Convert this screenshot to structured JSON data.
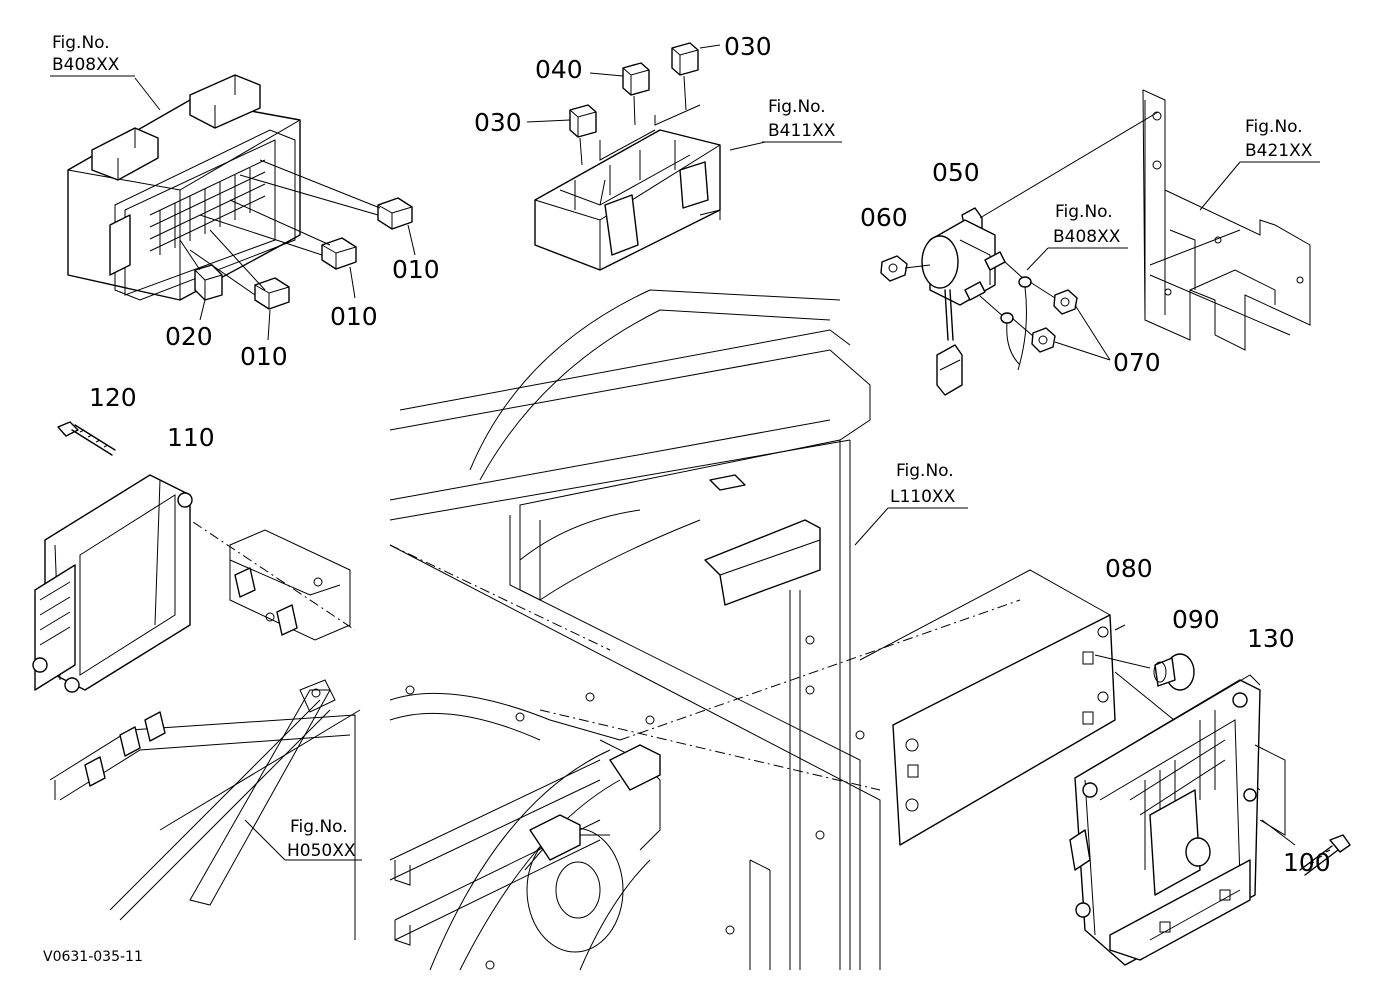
{
  "fig_refs": [
    {
      "label": "Fig.No.",
      "code": "B408XX"
    },
    {
      "label": "Fig.No.",
      "code": "B411XX"
    },
    {
      "label": "Fig.No.",
      "code": "B421XX"
    },
    {
      "label": "Fig.No.",
      "code": "B408XX"
    },
    {
      "label": "Fig.No.",
      "code": "L110XX"
    },
    {
      "label": "Fig.No.",
      "code": "H050XX"
    }
  ],
  "part_numbers": {
    "p010a": "010",
    "p010b": "010",
    "p010c": "010",
    "p020": "020",
    "p030a": "030",
    "p030b": "030",
    "p040": "040",
    "p050": "050",
    "p060": "060",
    "p070": "070",
    "p080": "080",
    "p090": "090",
    "p100": "100",
    "p110": "110",
    "p120": "120",
    "p130": "130"
  },
  "drawing_code": "V0631-035-11"
}
